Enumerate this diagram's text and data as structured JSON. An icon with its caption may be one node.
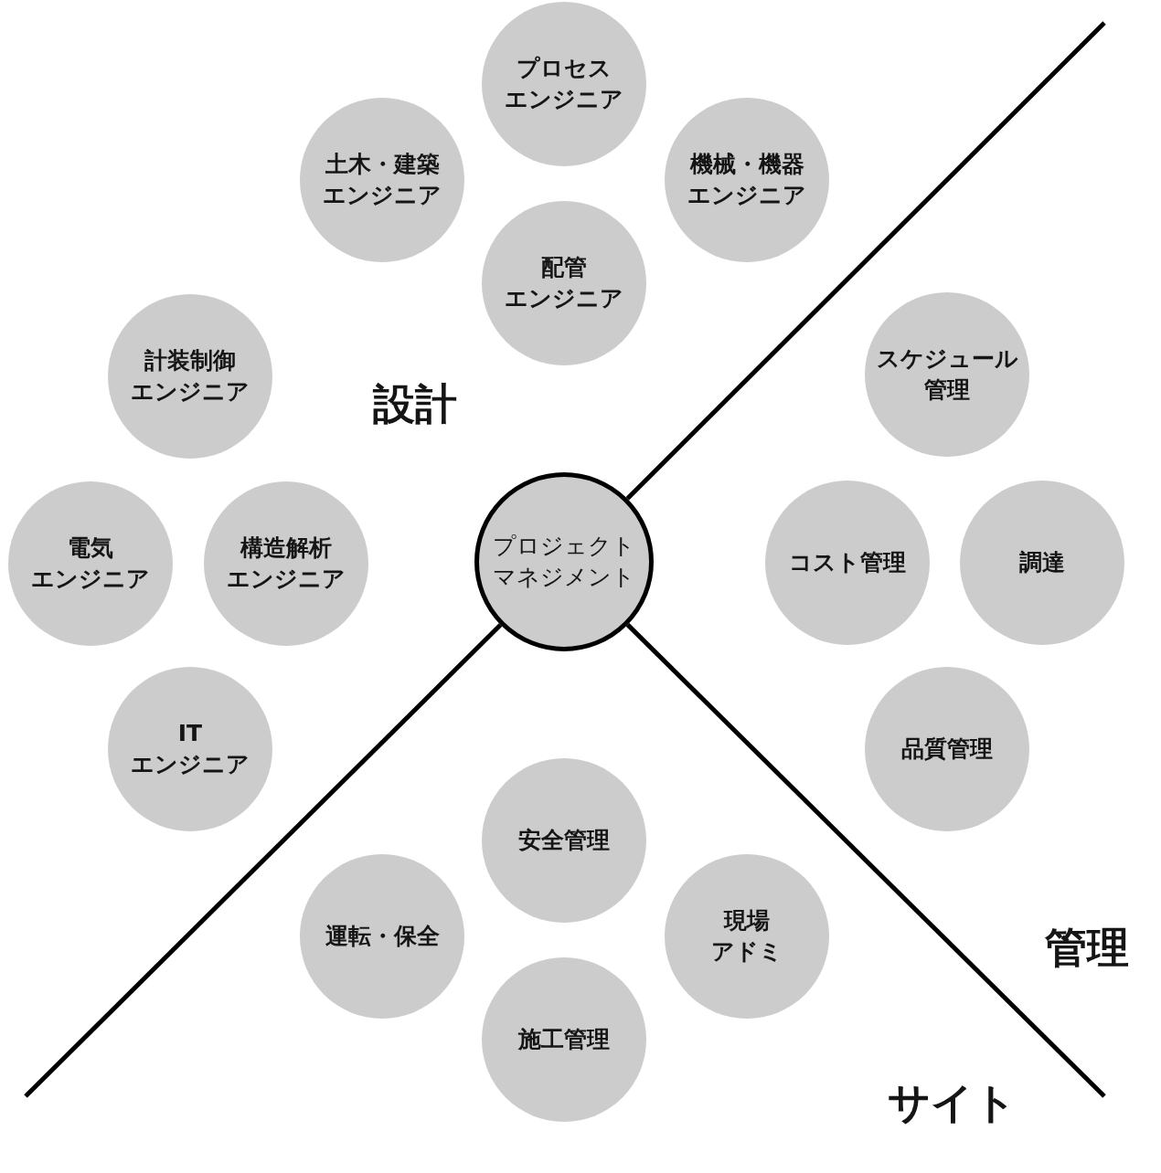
{
  "diagram": {
    "nodes": [
      {
        "text": [
          "プロセスエンジニア"
        ]
      },
      {
        "text": [
          "土木・建築エンジニア"
        ]
      },
      {
        "text": [
          "機械・機器エンジニア"
        ]
      },
      {
        "text": [
          "配管エンジニア"
        ]
      },
      {
        "text": [
          "計装制御エンジニア"
        ]
      },
      {
        "text": [
          "スケジュール管理"
        ]
      },
      {
        "text": [
          "電気エンジニア"
        ]
      },
      {
        "text": [
          "構造解析エンジニア"
        ]
      },
      {
        "text": [
          "プロジェクトマネジメント"
        ]
      },
      {
        "text": [
          "コスト管理"
        ]
      },
      {
        "text": [
          "調達"
        ]
      },
      {
        "text": [
          "ITエンジニア"
        ]
      },
      {
        "text": [
          "品質管理"
        ]
      },
      {
        "text": [
          "安全管理"
        ]
      },
      {
        "text": [
          "運転・保全"
        ]
      },
      {
        "text": [
          "現場アドミ"
        ]
      },
      {
        "text": [
          "施工管理"
        ]
      }
    ],
    "edges": [
      {
        "from": 8,
        "to": null,
        "arrow": "none"
      },
      {
        "from": 8,
        "to": null,
        "arrow": "none"
      },
      {
        "from": 8,
        "to": null,
        "arrow": "none"
      }
    ],
    "labels": [
      "設計",
      "管理",
      "サイト"
    ]
  }
}
